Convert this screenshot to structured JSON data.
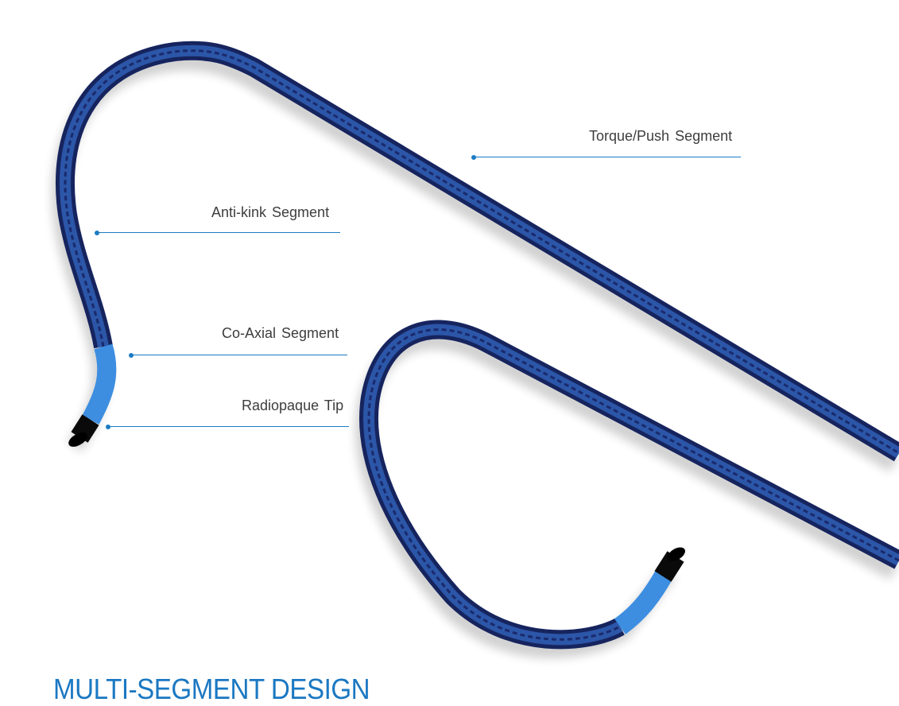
{
  "labels": {
    "torque_push": "Torque/Push Segment",
    "anti_kink": "Anti-kink  Segment",
    "co_axial": "Co-Axial  Segment",
    "radiopaque_tip": "Radiopaque Tip"
  },
  "title": "MULTI-SEGMENT DESIGN",
  "colors": {
    "accent": "#1b7bc4",
    "catheter_dark": "#16245e",
    "catheter_mid": "#2c56a8",
    "catheter_light": "#3d8ee0",
    "tip": "#0a0a0a"
  }
}
